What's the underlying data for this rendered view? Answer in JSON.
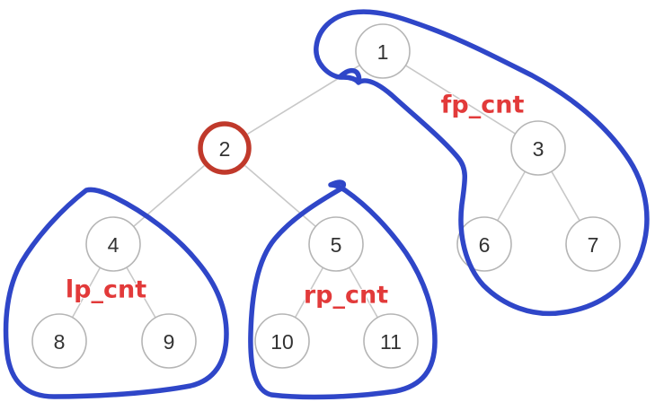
{
  "colors": {
    "outline": "#2f46c8",
    "highlight": "#c0392b",
    "group_label_fill": "#e23a3a"
  },
  "nodes": [
    {
      "id": "1",
      "label": "1"
    },
    {
      "id": "2",
      "label": "2",
      "highlighted": true
    },
    {
      "id": "3",
      "label": "3"
    },
    {
      "id": "4",
      "label": "4"
    },
    {
      "id": "5",
      "label": "5"
    },
    {
      "id": "6",
      "label": "6"
    },
    {
      "id": "7",
      "label": "7"
    },
    {
      "id": "8",
      "label": "8"
    },
    {
      "id": "9",
      "label": "9"
    },
    {
      "id": "10",
      "label": "10"
    },
    {
      "id": "11",
      "label": "11"
    }
  ],
  "edges": [
    [
      "1",
      "2"
    ],
    [
      "1",
      "3"
    ],
    [
      "2",
      "4"
    ],
    [
      "2",
      "5"
    ],
    [
      "3",
      "6"
    ],
    [
      "3",
      "7"
    ],
    [
      "4",
      "8"
    ],
    [
      "4",
      "9"
    ],
    [
      "5",
      "10"
    ],
    [
      "5",
      "11"
    ]
  ],
  "groups": {
    "fp": {
      "label": "fp_cnt"
    },
    "lp": {
      "label": "lp_cnt"
    },
    "rp": {
      "label": "rp_cnt"
    }
  }
}
